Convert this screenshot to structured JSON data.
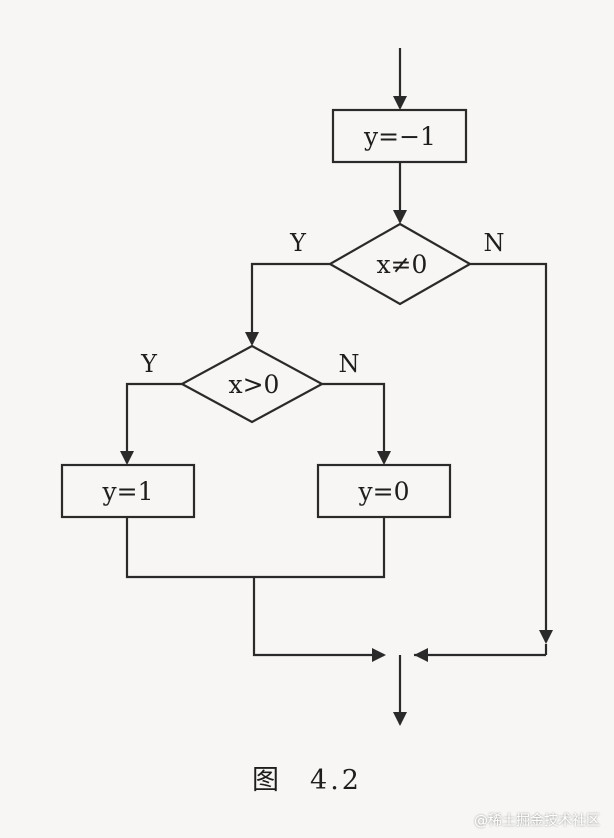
{
  "flowchart": {
    "nodes": {
      "assign_neg1": "y=−1",
      "cond_x_ne_0": "x≠0",
      "cond_x_gt_0": "x>0",
      "assign_1": "y=1",
      "assign_0": "y=0"
    },
    "edges": {
      "ne0_yes": "Y",
      "ne0_no": "N",
      "gt0_yes": "Y",
      "gt0_no": "N"
    }
  },
  "caption": {
    "prefix": "图",
    "number": "4.2"
  },
  "watermark": "@稀土掘金技术社区"
}
